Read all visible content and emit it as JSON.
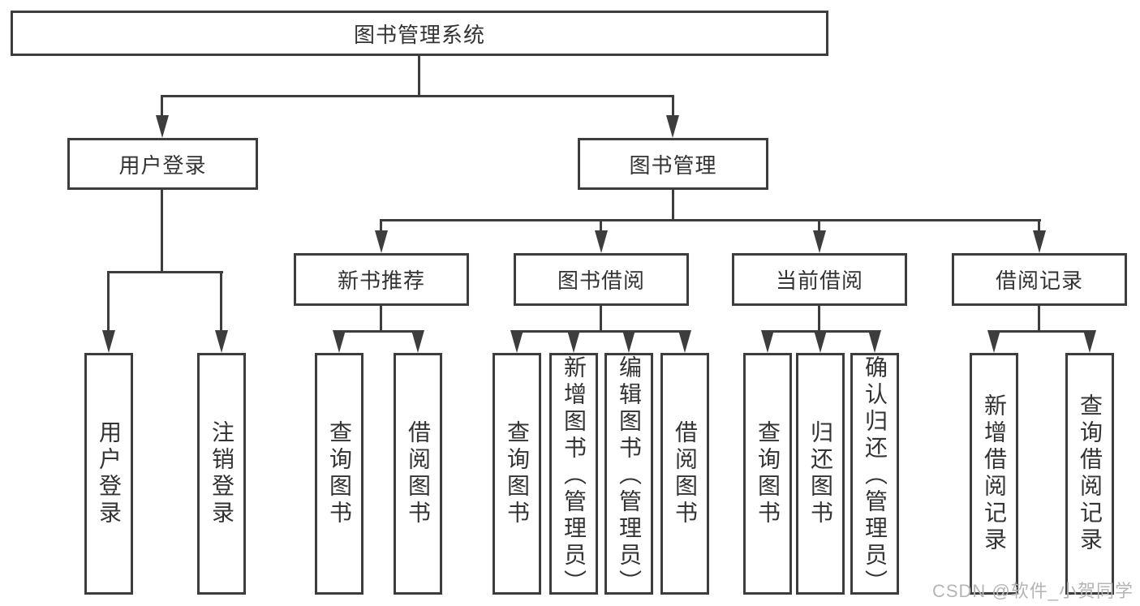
{
  "diagram": {
    "root": {
      "id": "library-management-system",
      "label": "图书管理系统"
    },
    "l2": [
      {
        "id": "user-login",
        "label": "用户登录",
        "parent": "图书管理系统"
      },
      {
        "id": "book-management",
        "label": "图书管理",
        "parent": "图书管理系统"
      }
    ],
    "l3": [
      {
        "id": "new-book-recommend",
        "label": "新书推荐",
        "parent": "图书管理"
      },
      {
        "id": "book-borrow",
        "label": "图书借阅",
        "parent": "图书管理"
      },
      {
        "id": "current-borrow",
        "label": "当前借阅",
        "parent": "图书管理"
      },
      {
        "id": "borrow-records",
        "label": "借阅记录",
        "parent": "图书管理"
      }
    ],
    "l4": [
      {
        "id": "user-login-leaf",
        "label": "用户登录",
        "parent": "用户登录"
      },
      {
        "id": "logout-leaf",
        "label": "注销登录",
        "parent": "用户登录"
      },
      {
        "id": "query-books-1",
        "label": "查询图书",
        "parent": "新书推荐"
      },
      {
        "id": "borrow-books-1",
        "label": "借阅图书",
        "parent": "新书推荐"
      },
      {
        "id": "query-books-2",
        "label": "查询图书",
        "parent": "图书借阅"
      },
      {
        "id": "add-books-admin",
        "label": "新增图书（管理员）",
        "parent": "图书借阅"
      },
      {
        "id": "edit-books-admin",
        "label": "编辑图书（管理员）",
        "parent": "图书借阅"
      },
      {
        "id": "borrow-books-2",
        "label": "借阅图书",
        "parent": "图书借阅"
      },
      {
        "id": "query-books-3",
        "label": "查询图书",
        "parent": "当前借阅"
      },
      {
        "id": "return-books",
        "label": "归还图书",
        "parent": "当前借阅"
      },
      {
        "id": "confirm-return-admin",
        "label": "确认归还（管理员）",
        "parent": "当前借阅"
      },
      {
        "id": "add-borrow-record",
        "label": "新增借阅记录",
        "parent": "借阅记录"
      },
      {
        "id": "query-borrow-record",
        "label": "查询借阅记录",
        "parent": "借阅记录"
      }
    ]
  },
  "watermark": {
    "text": "CSDN @软件_小贺同学"
  },
  "colors": {
    "line": "#3d3d3d",
    "text": "#333333",
    "background": "#ffffff",
    "watermark": "#b5b5b5"
  }
}
